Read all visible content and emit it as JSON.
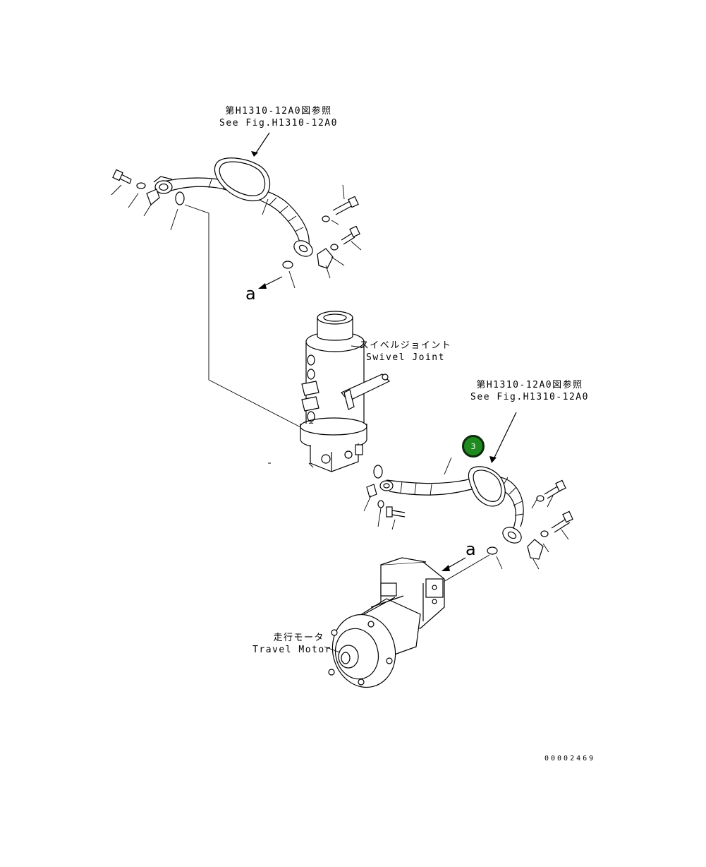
{
  "labels": {
    "ref_top_jp": "第H1310-12A0図参照",
    "ref_top_en": "See Fig.H1310-12A0",
    "swivel_jp": "スイベルジョイント",
    "swivel_en": "Swivel Joint",
    "ref_mid_jp": "第H1310-12A0図参照",
    "ref_mid_en": "See Fig.H1310-12A0",
    "motor_jp": "走行モータ",
    "motor_en": "Travel Motor",
    "letter_a_top": "a",
    "letter_a_bottom": "a",
    "drawing_number": "00002469"
  },
  "callouts": [
    {
      "number": "3",
      "color": "#1f8a1f"
    }
  ]
}
